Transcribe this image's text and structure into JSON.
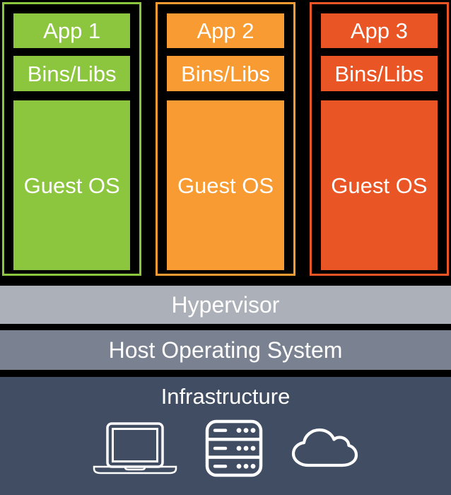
{
  "diagram": {
    "background": "#000000",
    "text_color": "#FFFFFF",
    "vms": [
      {
        "app_label": "App 1",
        "bins_label": "Bins/Libs",
        "os_label": "Guest OS",
        "color": "#8CC63F"
      },
      {
        "app_label": "App 2",
        "bins_label": "Bins/Libs",
        "os_label": "Guest OS",
        "color": "#F89B33"
      },
      {
        "app_label": "App 3",
        "bins_label": "Bins/Libs",
        "os_label": "Guest OS",
        "color": "#E95524"
      }
    ],
    "layers": {
      "hypervisor": {
        "label": "Hypervisor",
        "color": "#ACB0B8"
      },
      "host_os": {
        "label": "Host Operating System",
        "color": "#7A8291"
      },
      "infrastructure": {
        "label": "Infrastructure",
        "color": "#404D63",
        "icons": [
          "laptop-icon",
          "server-rack-icon",
          "cloud-icon"
        ],
        "icon_color": "#FFFFFF"
      }
    }
  }
}
